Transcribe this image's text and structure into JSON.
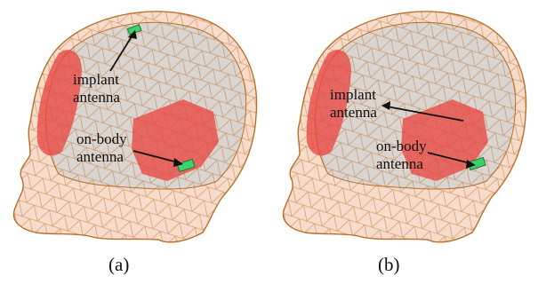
{
  "panels": [
    {
      "caption": "(a)",
      "implant_label": [
        "implant",
        "antenna"
      ],
      "onbody_label": [
        "on-body",
        "antenna"
      ]
    },
    {
      "caption": "(b)",
      "implant_label": [
        "implant",
        "antenna"
      ],
      "onbody_label": [
        "on-body",
        "antenna"
      ]
    }
  ],
  "colors": {
    "mesh": "#b8702a",
    "skin_fill": "#f7dccb",
    "skull_fill": "#d6d3d2",
    "brain_region": "#e84a45",
    "antenna": "#3cd16a",
    "arrow": "#111111"
  },
  "icons": {
    "antenna_marker": "green-antenna-patch-icon"
  }
}
